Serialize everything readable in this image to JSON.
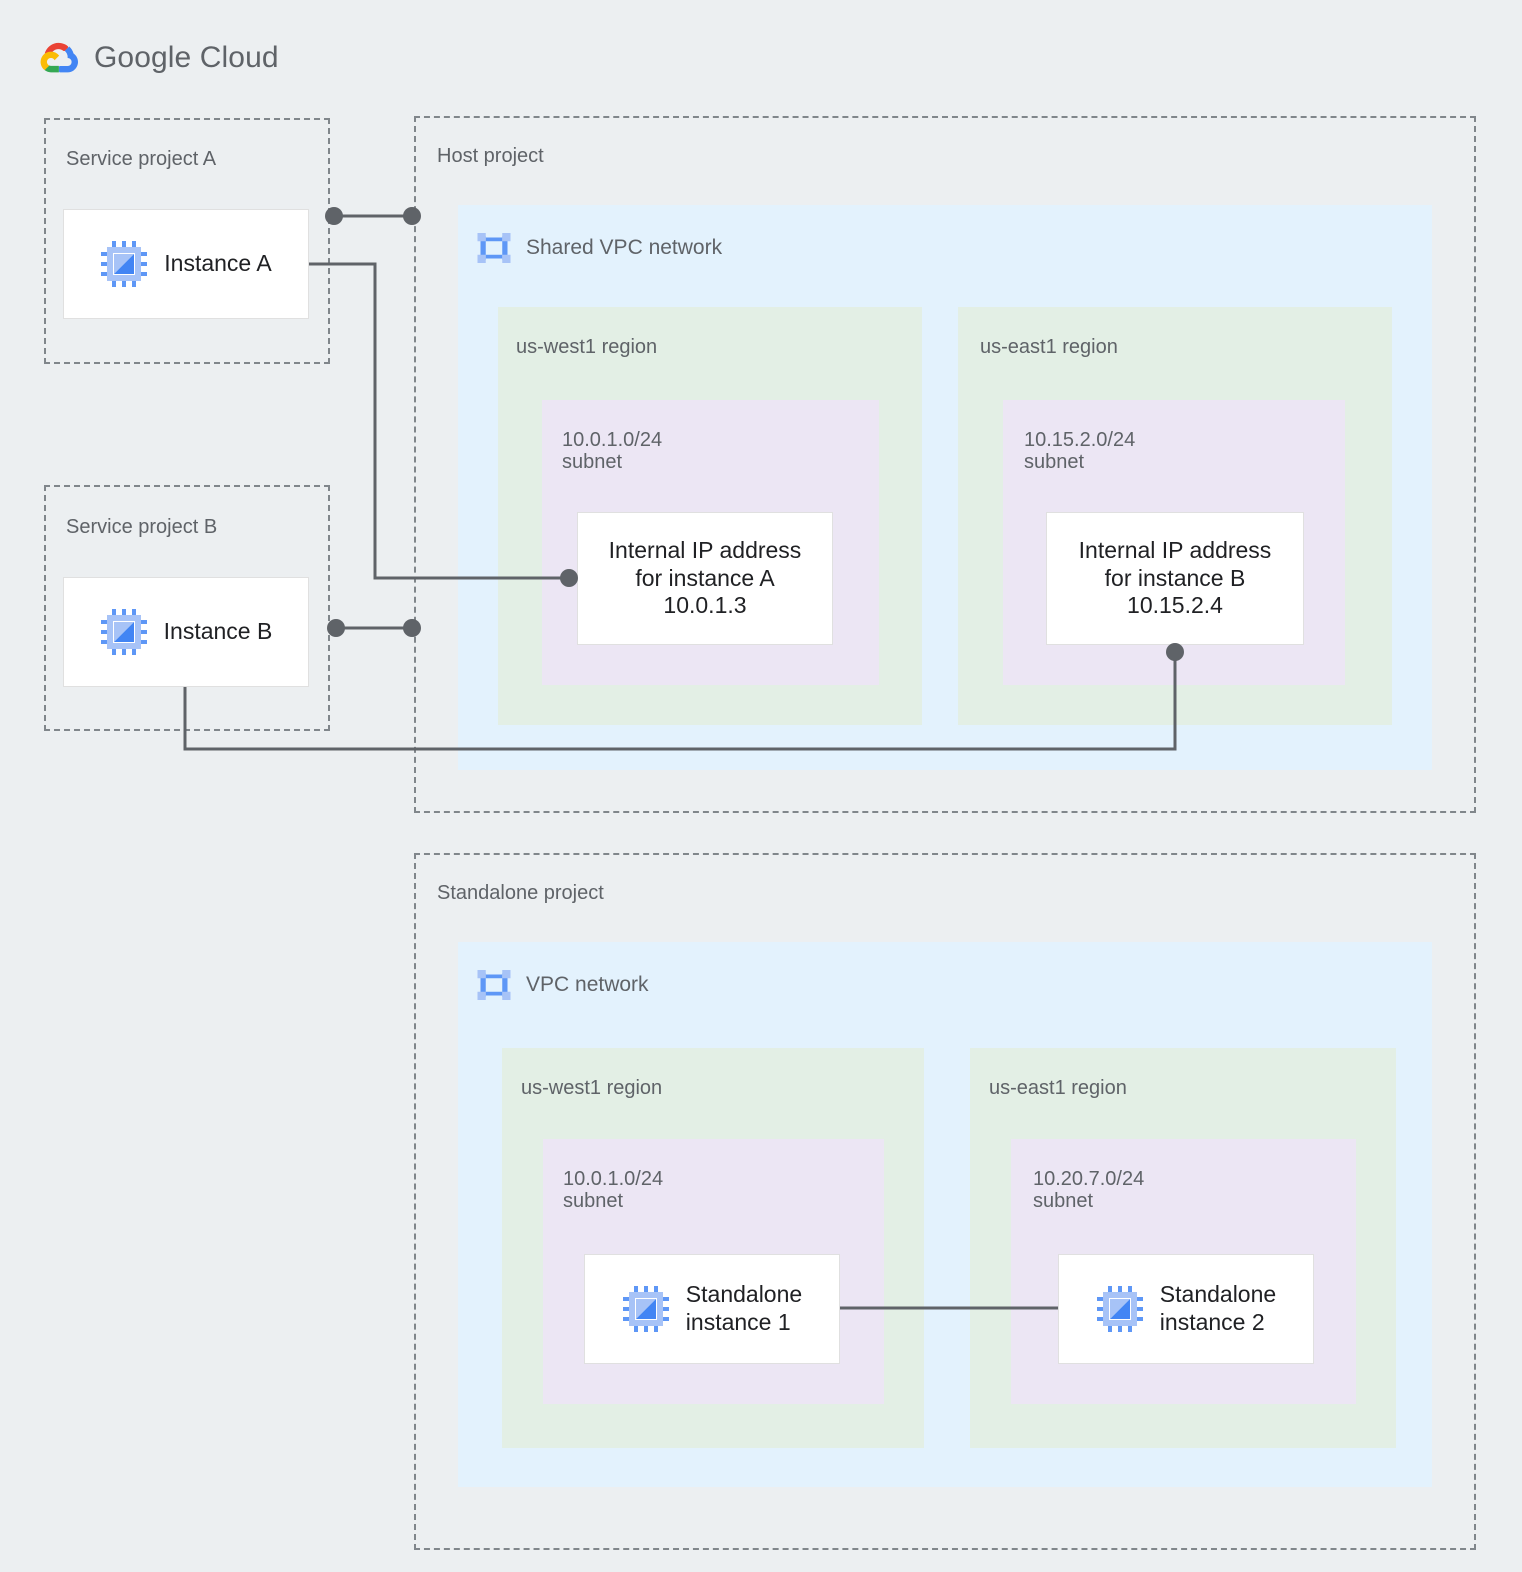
{
  "brand": {
    "name_prefix": "Google",
    "name_suffix": "Cloud",
    "full": "Google Cloud",
    "logo_icon": "google-cloud-logo-icon",
    "colors": {
      "red": "#ea4335",
      "yellow": "#fbbc04",
      "green": "#34a853",
      "blue": "#4285f4",
      "text": "#5f6368"
    }
  },
  "palette": {
    "page_background": "#eceff1",
    "project_border": "#80868b",
    "vpc_fill": "#e3f2fd",
    "region_fill": "#e3efe5",
    "subnet_fill": "#ece6f4",
    "card_fill": "#ffffff",
    "connector": "#5f6368",
    "label_text": "#5f6368",
    "card_text": "#202124",
    "icon_blue": "#5e97f6",
    "icon_blue_light": "#a7c3f7"
  },
  "projects": [
    {
      "id": "service-project-a",
      "label": "Service project A",
      "instance": {
        "id": "instance-a",
        "label": "Instance A",
        "icon": "compute-instance-icon"
      }
    },
    {
      "id": "service-project-b",
      "label": "Service project B",
      "instance": {
        "id": "instance-b",
        "label": "Instance B",
        "icon": "compute-instance-icon"
      }
    },
    {
      "id": "host-project",
      "label": "Host project",
      "network": {
        "id": "shared-vpc-network",
        "label": "Shared VPC network",
        "icon": "vpc-network-icon"
      },
      "regions": [
        {
          "id": "host-us-west1",
          "label": "us-west1 region",
          "subnet": {
            "cidr": "10.0.1.0/24",
            "type": "subnet",
            "label": "10.0.1.0/24\nsubnet",
            "node": {
              "id": "internal-ip-instance-a",
              "label": "Internal IP address\nfor instance A\n10.0.1.3",
              "ip": "10.0.1.3"
            }
          }
        },
        {
          "id": "host-us-east1",
          "label": "us-east1 region",
          "subnet": {
            "cidr": "10.15.2.0/24",
            "type": "subnet",
            "label": "10.15.2.0/24\nsubnet",
            "node": {
              "id": "internal-ip-instance-b",
              "label": "Internal IP address\nfor instance B\n10.15.2.4",
              "ip": "10.15.2.4"
            }
          }
        }
      ]
    },
    {
      "id": "standalone-project",
      "label": "Standalone project",
      "network": {
        "id": "vpc-network",
        "label": "VPC network",
        "icon": "vpc-network-icon"
      },
      "regions": [
        {
          "id": "standalone-us-west1",
          "label": "us-west1 region",
          "subnet": {
            "cidr": "10.0.1.0/24",
            "type": "subnet",
            "label": "10.0.1.0/24\nsubnet",
            "node": {
              "id": "standalone-instance-1",
              "label": "Standalone\ninstance 1",
              "icon": "compute-instance-icon"
            }
          }
        },
        {
          "id": "standalone-us-east1",
          "label": "us-east1 region",
          "subnet": {
            "cidr": "10.20.7.0/24",
            "type": "subnet",
            "label": "10.20.7.0/24\nsubnet",
            "node": {
              "id": "standalone-instance-2",
              "label": "Standalone\ninstance 2",
              "icon": "compute-instance-icon"
            }
          }
        }
      ]
    }
  ],
  "connections": [
    {
      "id": "conn-service-a-to-host",
      "from": "service-project-a",
      "to": "host-project",
      "style": "dot-line-dot"
    },
    {
      "id": "conn-instance-a-to-ip-a",
      "from": "instance-a",
      "to": "internal-ip-instance-a",
      "style": "line-dot"
    },
    {
      "id": "conn-service-b-to-host",
      "from": "service-project-b",
      "to": "host-project",
      "style": "dot-line-dot"
    },
    {
      "id": "conn-instance-b-to-ip-b",
      "from": "instance-b",
      "to": "internal-ip-instance-b",
      "style": "line-dot"
    },
    {
      "id": "conn-standalone-1-to-2",
      "from": "standalone-instance-1",
      "to": "standalone-instance-2",
      "style": "line"
    }
  ]
}
